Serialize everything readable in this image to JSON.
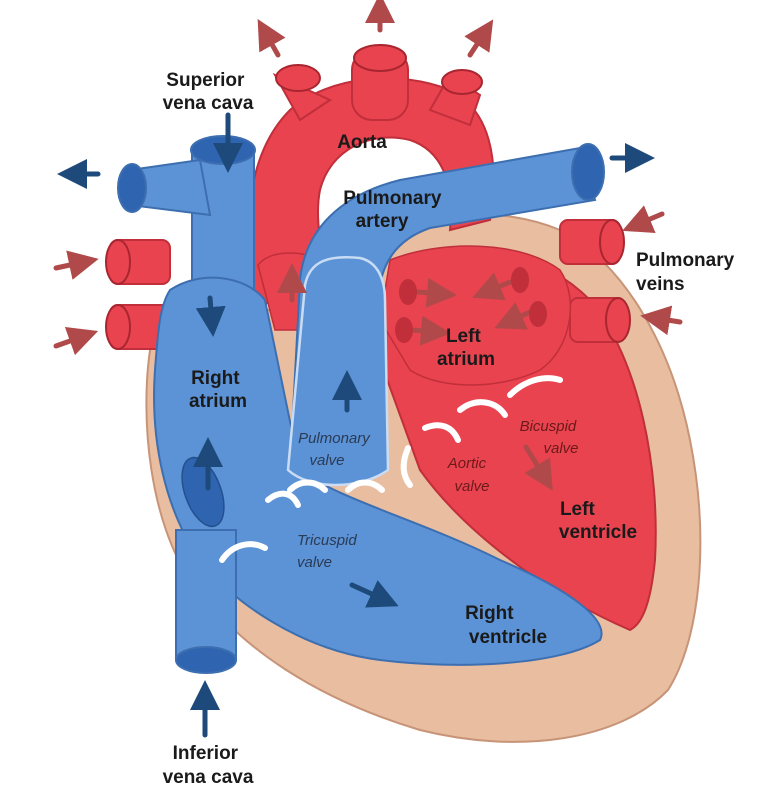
{
  "labels": {
    "superior_vena_cava": [
      "Superior",
      "vena cava"
    ],
    "aorta": "Aorta",
    "pulmonary_artery": [
      "Pulmonary",
      "artery"
    ],
    "pulmonary_veins": [
      "Pulmonary",
      "veins"
    ],
    "right_atrium": [
      "Right",
      "atrium"
    ],
    "left_atrium": [
      "Left",
      "atrium"
    ],
    "pulmonary_valve": [
      "Pulmonary",
      "valve"
    ],
    "bicuspid_valve": [
      "Bicuspid",
      "valve"
    ],
    "aortic_valve": [
      "Aortic",
      "valve"
    ],
    "tricuspid_valve": [
      "Tricuspid",
      "valve"
    ],
    "left_ventricle": [
      "Left",
      "ventricle"
    ],
    "right_ventricle": [
      "Right",
      "ventricle"
    ],
    "inferior_vena_cava": [
      "Inferior",
      "vena cava"
    ]
  },
  "colors": {
    "oxygenated_red": "#e8434f",
    "deoxygenated_blue": "#5b93d6",
    "muscle_tan": "#e8bda0",
    "arrow_blue": "#1d4a7a",
    "arrow_red": "#b04a4a"
  }
}
